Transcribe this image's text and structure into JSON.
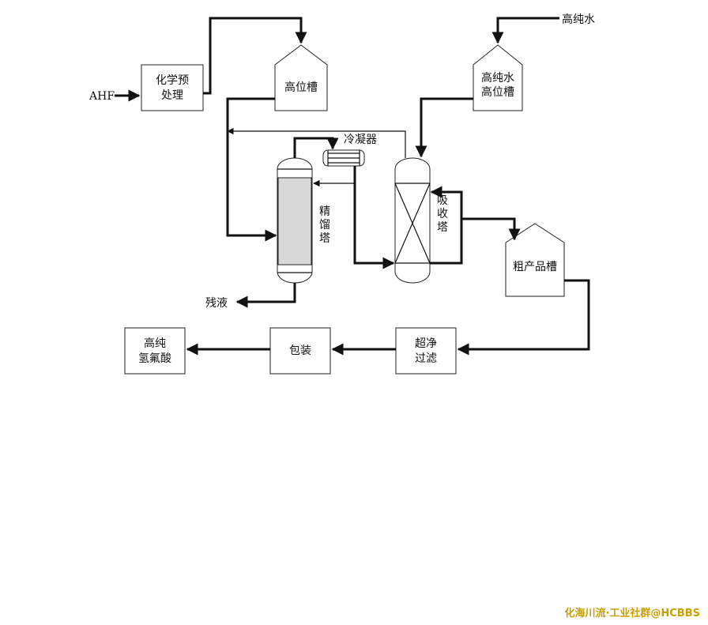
{
  "diagram": {
    "nodes": {
      "pretreat": [
        "化学预",
        "处理"
      ],
      "head_tank": "高位槽",
      "pure_water_tank": [
        "高纯水",
        "高位槽"
      ],
      "condenser": "冷凝器",
      "distill": [
        "精",
        "馏",
        "塔"
      ],
      "absorb": [
        "吸",
        "收",
        "塔"
      ],
      "crude_tank": "粗产品槽",
      "ultra_filter": [
        "超净",
        "过滤"
      ],
      "packing": "包装",
      "product": [
        "高纯",
        "氢氟酸"
      ]
    },
    "inputs": {
      "ahf": "AHF",
      "pure_water": "高纯水"
    },
    "outputs": {
      "residue": "残液"
    }
  },
  "watermark": "化海川流·工业社群@HCBBS"
}
